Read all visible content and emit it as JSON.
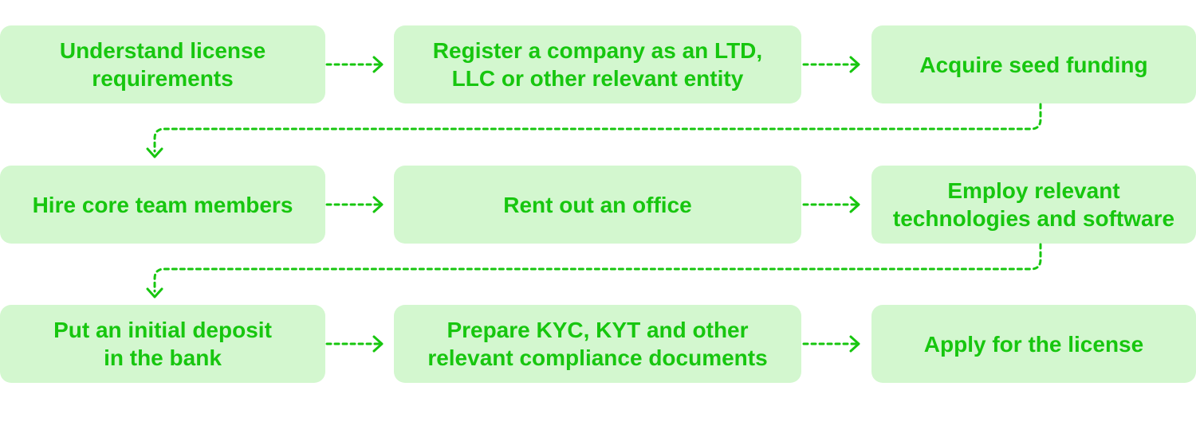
{
  "accent_color": "#17c60f",
  "box_color": "#d3f7cf",
  "steps": [
    {
      "label": "Understand license\nrequirements"
    },
    {
      "label": "Register a company as an LTD,\nLLC or other relevant entity"
    },
    {
      "label": "Acquire seed funding"
    },
    {
      "label": "Hire core team members"
    },
    {
      "label": "Rent out an office"
    },
    {
      "label": "Employ relevant\ntechnologies and software"
    },
    {
      "label": "Put an initial deposit\nin the bank"
    },
    {
      "label": "Prepare KYC, KYT and other\nrelevant compliance documents"
    },
    {
      "label": "Apply for the license"
    }
  ]
}
